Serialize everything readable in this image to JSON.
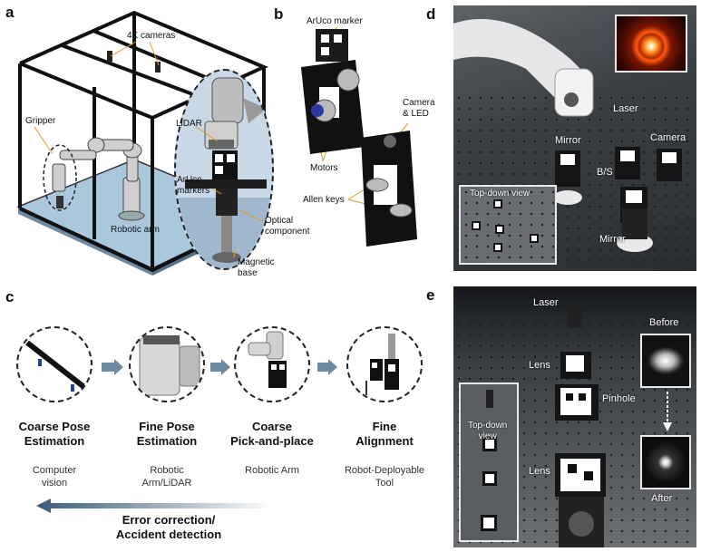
{
  "panels": {
    "a": {
      "letter": "a",
      "labels": {
        "cameras": "4K cameras",
        "gripper": "Gripper",
        "robotic_arm": "Robotic arm",
        "lidar": "LiDAR",
        "aruco": "ArUco\nmarkers",
        "optical": "Optical\ncomponent",
        "magnetic": "Magnetic\nbase"
      }
    },
    "b": {
      "letter": "b",
      "labels": {
        "aruco_marker": "ArUco marker",
        "camera_led": "Camera\n& LED",
        "motors": "Motors",
        "allen_keys": "Allen keys"
      }
    },
    "c": {
      "letter": "c",
      "stages": [
        {
          "title": "Coarse Pose\nEstimation",
          "sub": "Computer\nvision"
        },
        {
          "title": "Fine Pose\nEstimation",
          "sub": "Robotic\nArm/LiDAR"
        },
        {
          "title": "Coarse\nPick-and-place",
          "sub": "Robotic Arm"
        },
        {
          "title": "Fine\nAlignment",
          "sub": "Robot-Deployable\nTool"
        }
      ],
      "feedback": "Error correction/\nAccident detection"
    },
    "d": {
      "letter": "d",
      "labels": {
        "laser": "Laser",
        "camera": "Camera",
        "mirror_top": "Mirror",
        "bs": "B/S",
        "mirror_bottom": "Mirror",
        "topdown": "Top-down view"
      }
    },
    "e": {
      "letter": "e",
      "labels": {
        "laser": "Laser",
        "lens_top": "Lens",
        "pinhole": "Pinhole",
        "lens_bottom": "Lens",
        "before": "Before",
        "after": "After",
        "topdown": "Top-down\nview"
      }
    }
  },
  "colors": {
    "floor": "#a9c8dc",
    "arrow": "#6f8aa0",
    "feedback_arrow": "#3a5a78"
  }
}
